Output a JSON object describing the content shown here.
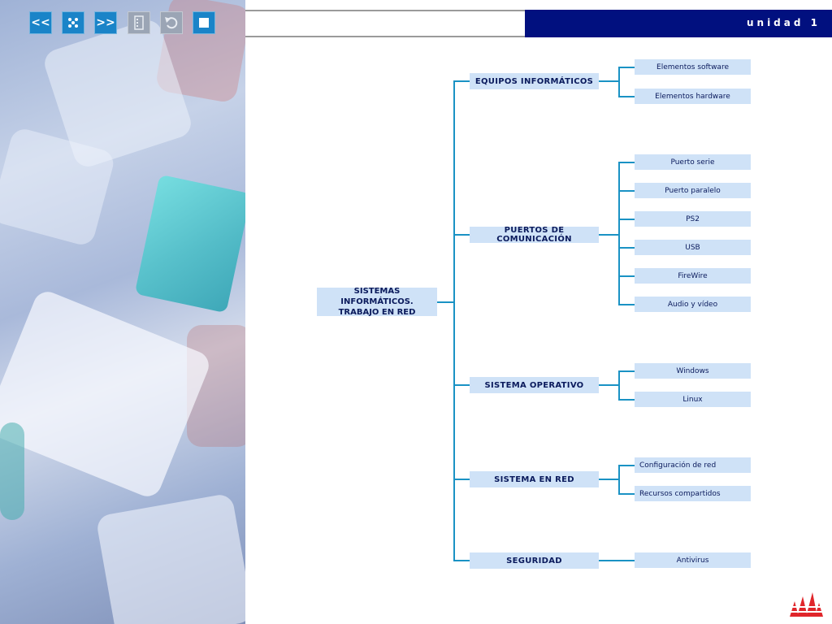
{
  "toolbar": {
    "buttons": [
      {
        "label": "<<",
        "icon": "first-arrows"
      },
      {
        "label": "",
        "icon": "dice-icon"
      },
      {
        "label": ">>",
        "icon": "next-arrows"
      },
      {
        "label": "",
        "icon": "list-icon"
      },
      {
        "label": "",
        "icon": "undo-icon"
      },
      {
        "label": "",
        "icon": "stop-icon"
      }
    ]
  },
  "header": {
    "unit": "unidad 1"
  },
  "map": {
    "root": {
      "line1": "SISTEMAS INFORMÁTICOS.",
      "line2": "TRABAJO EN RED"
    },
    "branches": [
      {
        "label": "EQUIPOS INFORMÁTICOS",
        "children": [
          "Elementos software",
          "Elementos hardware"
        ]
      },
      {
        "label": "PUERTOS DE COMUNICACIÓN",
        "children": [
          "Puerto serie",
          "Puerto paralelo",
          "PS2",
          "USB",
          "FireWire",
          "Audio y vídeo"
        ]
      },
      {
        "label": "SISTEMA OPERATIVO",
        "children": [
          "Windows",
          "Linux"
        ]
      },
      {
        "label": "SISTEMA EN RED",
        "children": [
          "Configuración de red",
          "Recursos compartidos"
        ]
      },
      {
        "label": "SEGURIDAD",
        "children": [
          "Antivirus"
        ]
      }
    ]
  },
  "colors": {
    "accent": "#01107f",
    "box": "#cfe2f7",
    "line": "#1a92c4",
    "logo": "#e0262b"
  }
}
